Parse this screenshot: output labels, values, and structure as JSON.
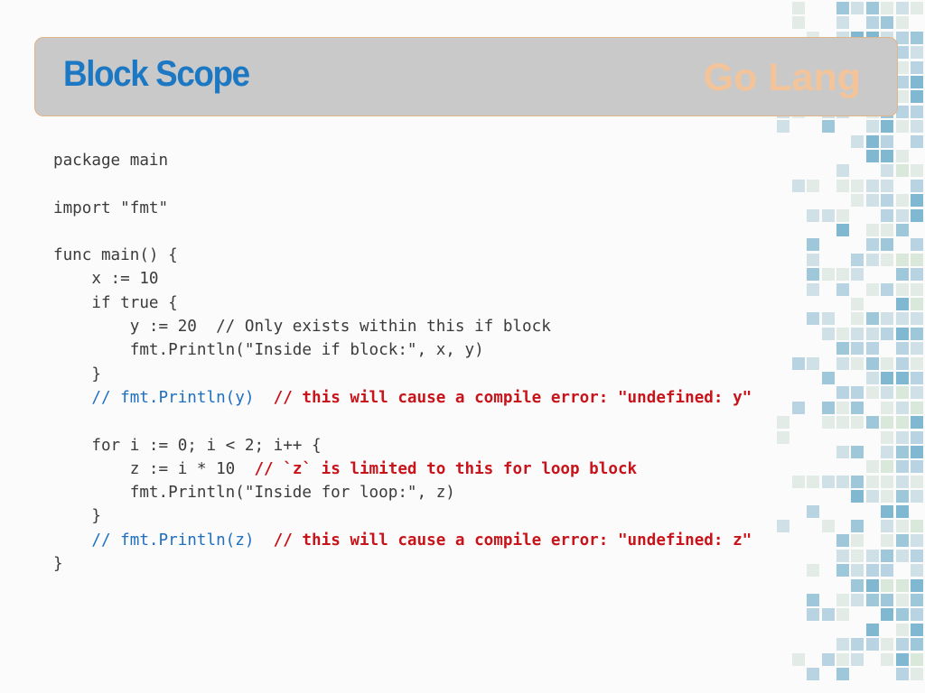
{
  "slide": {
    "title": "Block Scope",
    "brand": "Go Lang"
  },
  "code": {
    "lines": [
      {
        "segments": [
          {
            "text": "package main",
            "style": "plain"
          }
        ]
      },
      {
        "segments": [
          {
            "text": "",
            "style": "plain"
          }
        ]
      },
      {
        "segments": [
          {
            "text": "import \"fmt\"",
            "style": "plain"
          }
        ]
      },
      {
        "segments": [
          {
            "text": "",
            "style": "plain"
          }
        ]
      },
      {
        "segments": [
          {
            "text": "func main() {",
            "style": "plain"
          }
        ]
      },
      {
        "segments": [
          {
            "text": "    x := 10",
            "style": "plain"
          }
        ]
      },
      {
        "segments": [
          {
            "text": "    if true {",
            "style": "plain"
          }
        ]
      },
      {
        "segments": [
          {
            "text": "        y := 20  // Only exists within this if block",
            "style": "plain"
          }
        ]
      },
      {
        "segments": [
          {
            "text": "        fmt.Println(\"Inside if block:\", x, y)",
            "style": "plain"
          }
        ]
      },
      {
        "segments": [
          {
            "text": "    }",
            "style": "plain"
          }
        ]
      },
      {
        "segments": [
          {
            "text": "    // fmt.Println(y)",
            "style": "blue"
          },
          {
            "text": "  // this will cause a compile error: \"undefined: y\"",
            "style": "red"
          }
        ]
      },
      {
        "segments": [
          {
            "text": "",
            "style": "plain"
          }
        ]
      },
      {
        "segments": [
          {
            "text": "    for i := 0; i < 2; i++ {",
            "style": "plain"
          }
        ]
      },
      {
        "segments": [
          {
            "text": "        z := i * 10  ",
            "style": "plain"
          },
          {
            "text": "// `z` is limited to this for loop block",
            "style": "red"
          }
        ]
      },
      {
        "segments": [
          {
            "text": "        fmt.Println(\"Inside for loop:\", z)",
            "style": "plain"
          }
        ]
      },
      {
        "segments": [
          {
            "text": "    }",
            "style": "plain"
          }
        ]
      },
      {
        "segments": [
          {
            "text": "    // fmt.Println(z)",
            "style": "blue"
          },
          {
            "text": "  // this will cause a compile error: \"undefined: z\"",
            "style": "red"
          }
        ]
      },
      {
        "segments": [
          {
            "text": "}",
            "style": "plain"
          }
        ]
      }
    ]
  },
  "colors": {
    "title": "#1d78c3",
    "brand": "#f3c49a",
    "comment_blue": "#1d6fc0",
    "comment_red": "#c8131a",
    "code_text": "#3b3b3b",
    "header_bg": "#c9c9c9",
    "deco_palette": [
      "#e3ebe6",
      "#cfe0e6",
      "#b8d4e2",
      "#9ec8da",
      "#80b8d2",
      "#d9e8da"
    ]
  }
}
